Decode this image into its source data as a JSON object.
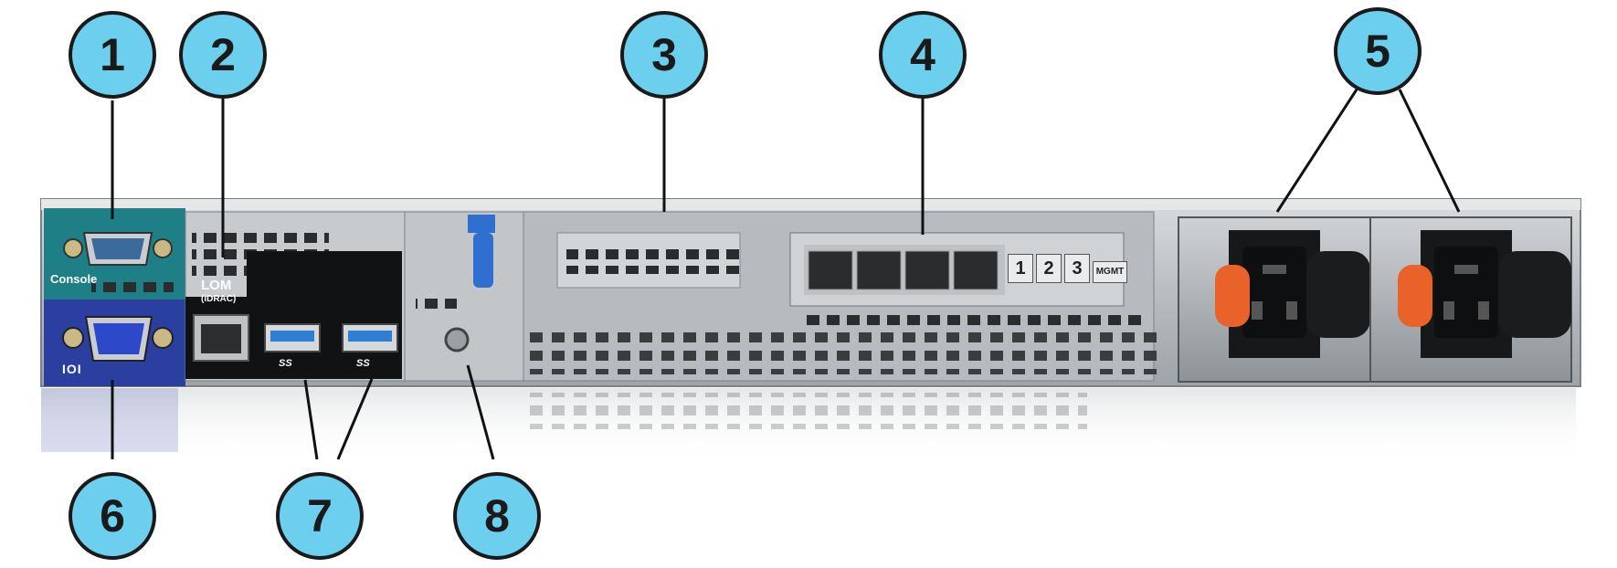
{
  "callouts": {
    "c1": "1",
    "c2": "2",
    "c3": "3",
    "c4": "4",
    "c5": "5",
    "c6": "6",
    "c7": "7",
    "c8": "8"
  },
  "labels": {
    "console": "Console",
    "lom": "LOM",
    "idrac": "(iDRAC)",
    "nic_ports": [
      "1",
      "2",
      "3"
    ],
    "mgmt": "MGMT",
    "vga_mark": "IOI",
    "usb_ss_1": "SS",
    "usb_ss_2": "SS"
  },
  "colors": {
    "callout_fill": "#6ccfee",
    "console_panel": "#1f7f86",
    "vga_panel": "#2a3fa0",
    "usb_blue": "#2f7fd6",
    "psu_latch": "#e8622a"
  }
}
